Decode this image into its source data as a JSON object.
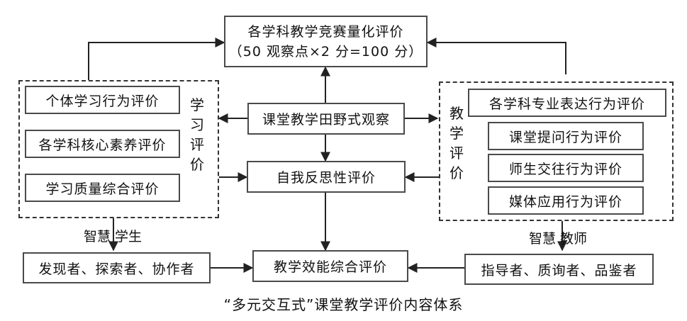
{
  "top": {
    "title": "各学科教学竞赛量化评价",
    "subtitle": "（50 观察点×2 分=100 分）"
  },
  "center": {
    "observe": "课堂教学田野式观察",
    "reflect": "自我反思性评价",
    "effect": "教学效能综合评价"
  },
  "learning": {
    "group_label": "学习评价",
    "items": [
      "个体学习行为评价",
      "各学科核心素养评价",
      "学习质量综合评价"
    ]
  },
  "teaching": {
    "group_label": "教学评价",
    "main": "各学科专业表达行为评价",
    "items": [
      "课堂提问行为评价",
      "师生交往行为评价",
      "媒体应用行为评价"
    ]
  },
  "bottom": {
    "left_label": "智慧 学生",
    "left_box": "发现者、探索者、协作者",
    "right_label": "智慧 教师",
    "right_box": "指导者、质询者、品鉴者"
  },
  "caption": "“多元交互式”课堂教学评价内容体系"
}
